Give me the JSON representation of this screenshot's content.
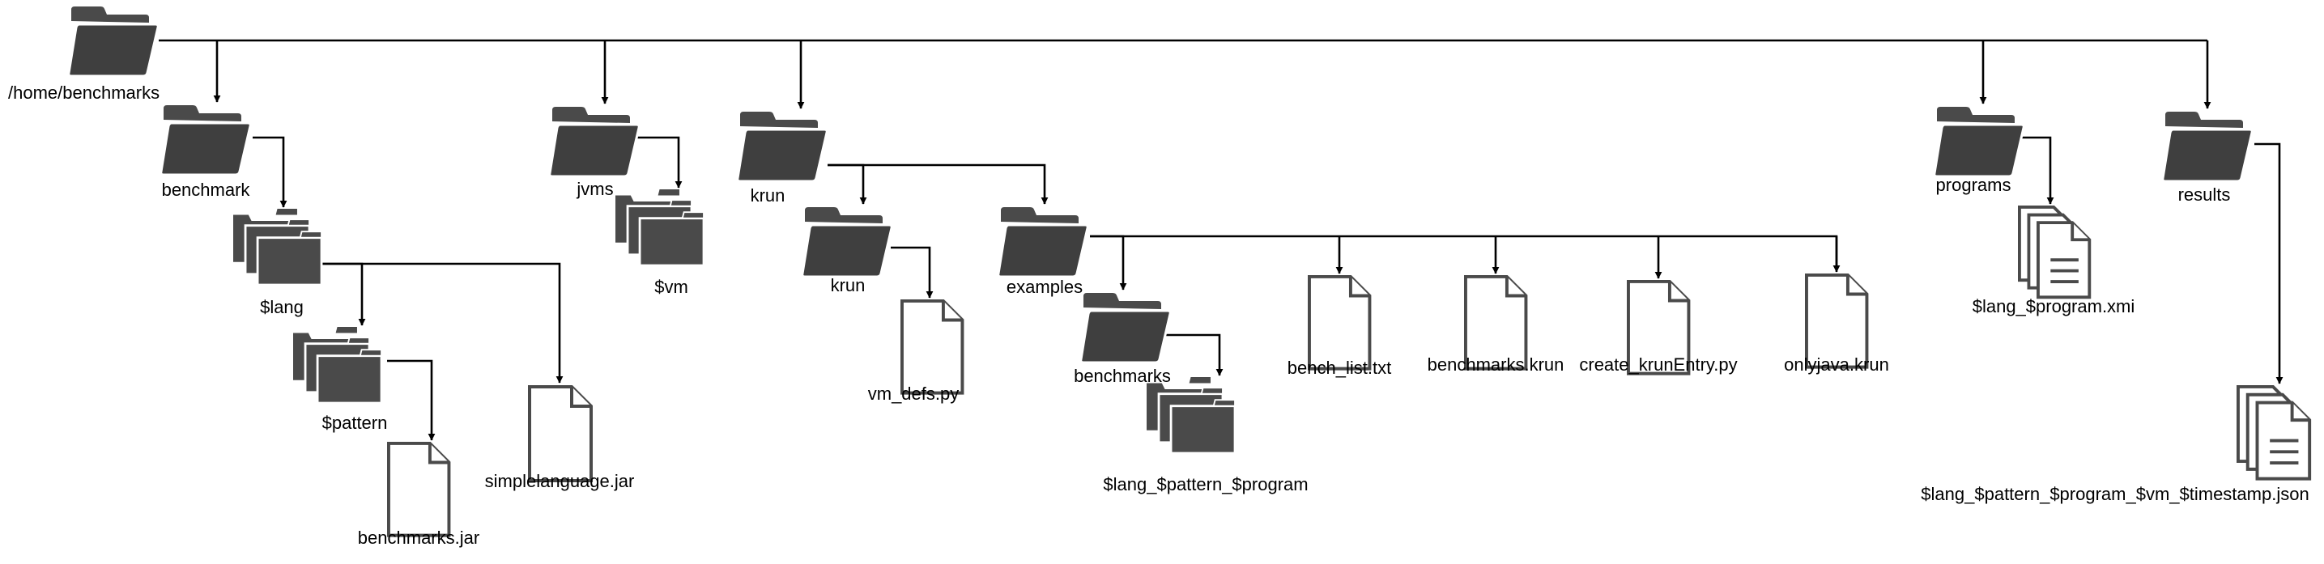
{
  "colors": {
    "icon": "#4a4a4a",
    "edge": "#000000",
    "background": "#ffffff"
  },
  "nodes": {
    "root": {
      "label": "/home/benchmarks",
      "icon": "folder-icon"
    },
    "benchmark": {
      "label": "benchmark",
      "icon": "folder-icon"
    },
    "lang": {
      "label": "$lang",
      "icon": "folder-stack-icon"
    },
    "pattern": {
      "label": "$pattern",
      "icon": "folder-stack-icon"
    },
    "benchmarks_jar": {
      "label": "benchmarks.jar",
      "icon": "file-icon"
    },
    "simplelanguage_jar": {
      "label": "simplelanguage.jar",
      "icon": "file-icon"
    },
    "jvms": {
      "label": "jvms",
      "icon": "folder-icon"
    },
    "vm": {
      "label": "$vm",
      "icon": "folder-stack-icon"
    },
    "krun_top": {
      "label": "krun",
      "icon": "folder-icon"
    },
    "krun_sub": {
      "label": "krun",
      "icon": "folder-icon"
    },
    "vm_defs": {
      "label": "vm_defs.py",
      "icon": "file-icon"
    },
    "examples": {
      "label": "examples",
      "icon": "folder-icon"
    },
    "benchmarks_dir": {
      "label": "benchmarks",
      "icon": "folder-icon"
    },
    "lang_pattern_program": {
      "label": "$lang_$pattern_$program",
      "icon": "folder-stack-icon"
    },
    "bench_list": {
      "label": "bench_list.txt",
      "icon": "file-icon"
    },
    "benchmarks_krun": {
      "label": "benchmarks.krun",
      "icon": "file-icon"
    },
    "create_krunentry": {
      "label": "create_krunEntry.py",
      "icon": "file-icon"
    },
    "onlyjava_krun": {
      "label": "onlyjava.krun",
      "icon": "file-icon"
    },
    "programs": {
      "label": "programs",
      "icon": "folder-icon"
    },
    "lang_program_xmi": {
      "label": "$lang_$program.xmi",
      "icon": "document-stack-icon"
    },
    "results": {
      "label": "results",
      "icon": "folder-icon"
    },
    "results_json": {
      "label": "$lang_$pattern_$program_$vm_$timestamp.json",
      "icon": "document-stack-icon"
    }
  }
}
